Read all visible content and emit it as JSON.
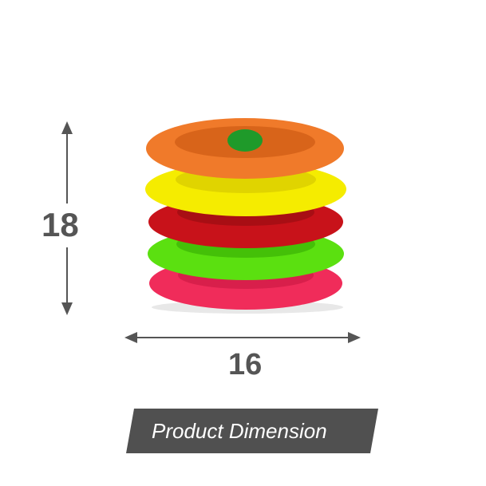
{
  "dimensions": {
    "height": "18",
    "width": "16"
  },
  "banner": {
    "label": "Product Dimension"
  },
  "colors": {
    "rings": [
      "#f07a2a",
      "#f5ec00",
      "#c8121a",
      "#5be010",
      "#f02c5a"
    ],
    "knob": "#1f9a2a",
    "arrow": "#555555",
    "banner": "#505050"
  }
}
